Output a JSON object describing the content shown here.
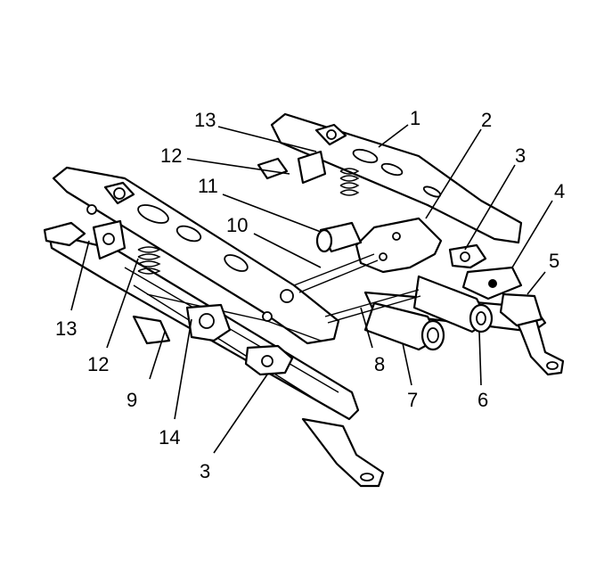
{
  "callouts": [
    {
      "id": "c1",
      "text": "1"
    },
    {
      "id": "c2",
      "text": "2"
    },
    {
      "id": "c3a",
      "text": "3"
    },
    {
      "id": "c4",
      "text": "4"
    },
    {
      "id": "c5",
      "text": "5"
    },
    {
      "id": "c6",
      "text": "6"
    },
    {
      "id": "c7",
      "text": "7"
    },
    {
      "id": "c8",
      "text": "8"
    },
    {
      "id": "c9",
      "text": "9"
    },
    {
      "id": "c10",
      "text": "10"
    },
    {
      "id": "c11",
      "text": "11"
    },
    {
      "id": "c12a",
      "text": "12"
    },
    {
      "id": "c12b",
      "text": "12"
    },
    {
      "id": "c13a",
      "text": "13"
    },
    {
      "id": "c13b",
      "text": "13"
    },
    {
      "id": "c14",
      "text": "14"
    },
    {
      "id": "c3b",
      "text": "3"
    }
  ]
}
